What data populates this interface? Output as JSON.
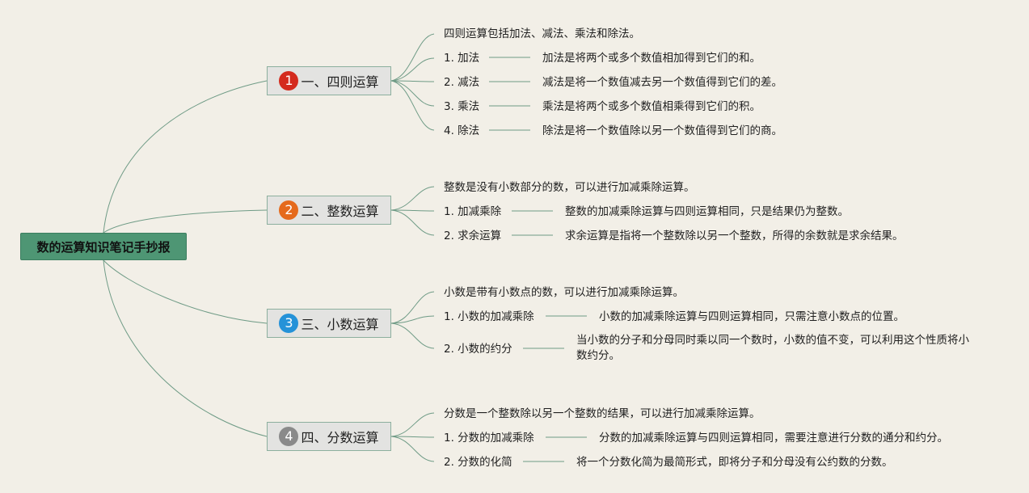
{
  "root": {
    "title": "数的运算知识笔记手抄报"
  },
  "topics": [
    {
      "number": "1",
      "title": "一、四则运算",
      "badge_color": "#d42b1e",
      "intro": "四则运算包括加法、减法、乘法和除法。",
      "items": [
        {
          "label": "1. 加法",
          "desc": "加法是将两个或多个数值相加得到它们的和。"
        },
        {
          "label": "2. 减法",
          "desc": "减法是将一个数值减去另一个数值得到它们的差。"
        },
        {
          "label": "3. 乘法",
          "desc": "乘法是将两个或多个数值相乘得到它们的积。"
        },
        {
          "label": "4. 除法",
          "desc": "除法是将一个数值除以另一个数值得到它们的商。"
        }
      ]
    },
    {
      "number": "2",
      "title": "二、整数运算",
      "badge_color": "#e56a1c",
      "intro": "整数是没有小数部分的数，可以进行加减乘除运算。",
      "items": [
        {
          "label": "1. 加减乘除",
          "desc": "整数的加减乘除运算与四则运算相同，只是结果仍为整数。"
        },
        {
          "label": "2. 求余运算",
          "desc": "求余运算是指将一个整数除以另一个整数，所得的余数就是求余结果。"
        }
      ]
    },
    {
      "number": "3",
      "title": "三、小数运算",
      "badge_color": "#2592d8",
      "intro": "小数是带有小数点的数，可以进行加减乘除运算。",
      "items": [
        {
          "label": "1. 小数的加减乘除",
          "desc": "小数的加减乘除运算与四则运算相同，只需注意小数点的位置。"
        },
        {
          "label": "2. 小数的约分",
          "desc": "当小数的分子和分母同时乘以同一个数时，小数的值不变，可以利用这个性质将小数约分。"
        }
      ]
    },
    {
      "number": "4",
      "title": "四、分数运算",
      "badge_color": "#8a8a8a",
      "intro": "分数是一个整数除以另一个整数的结果，可以进行加减乘除运算。",
      "items": [
        {
          "label": "1. 分数的加减乘除",
          "desc": "分数的加减乘除运算与四则运算相同，需要注意进行分数的通分和约分。"
        },
        {
          "label": "2. 分数的化简",
          "desc": "将一个分数化简为最简形式，即将分子和分母没有公约数的分数。"
        }
      ]
    }
  ]
}
